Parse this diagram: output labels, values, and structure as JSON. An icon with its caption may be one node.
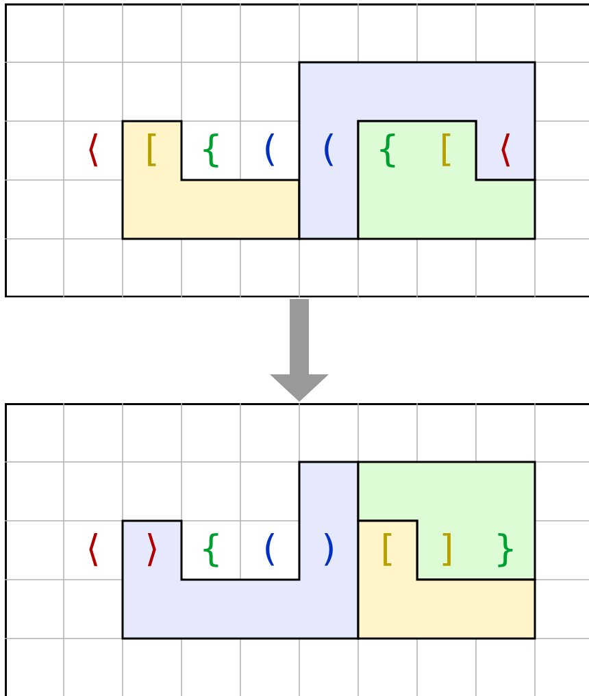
{
  "diagram": {
    "nodes": [
      {
        "text": [],
        "shape": "box"
      },
      {
        "text": [
          "["
        ],
        "in": 0
      },
      {
        "text": [
          "(",
          "⟨"
        ],
        "in": 0
      },
      {
        "text": [
          "{",
          "["
        ],
        "in": 0
      },
      {
        "text": [],
        "shape": "box"
      },
      {
        "text": [
          "⟩",
          ")"
        ],
        "in": 4
      },
      {
        "text": [
          "]",
          "}"
        ],
        "in": 4
      },
      {
        "text": [
          "["
        ],
        "in": 4
      }
    ],
    "edges": [
      {
        "from": 0,
        "to": 4,
        "arrow": "to"
      }
    ],
    "labels": [
      "⟨",
      "{",
      "(",
      "⟨",
      "{",
      "("
    ]
  }
}
